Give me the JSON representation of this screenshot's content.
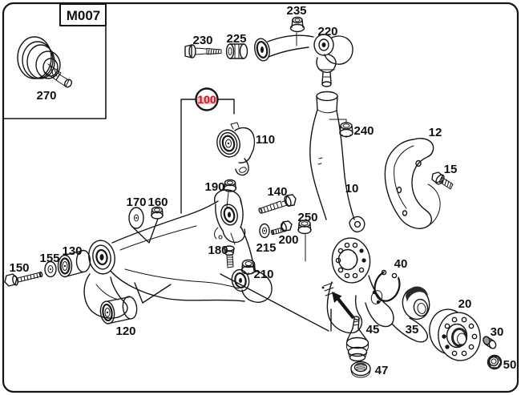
{
  "frame": {
    "model_code": "M007"
  },
  "highlighted_callout": "100",
  "colors": {
    "line": "#151515",
    "background": "#ffffff",
    "highlight_text": "#c8171c",
    "highlight_underline": "#f08a8a",
    "hotspot_ring": "#151515"
  },
  "callouts": {
    "c270": "270",
    "c235": "235",
    "c230": "230",
    "c225": "225",
    "c220": "220",
    "c240": "240",
    "c12": "12",
    "c15": "15",
    "c10": "10",
    "c100": "100",
    "c110": "110",
    "c190": "190",
    "c140": "140",
    "c170": "170",
    "c160": "160",
    "c250": "250",
    "c200": "200",
    "c215": "215",
    "c180": "180",
    "c210": "210",
    "c155": "155",
    "c150": "150",
    "c130": "130",
    "c120": "120",
    "c40": "40",
    "c35": "35",
    "c20": "20",
    "c45": "45",
    "c47": "47",
    "c30": "30",
    "c50": "50"
  }
}
